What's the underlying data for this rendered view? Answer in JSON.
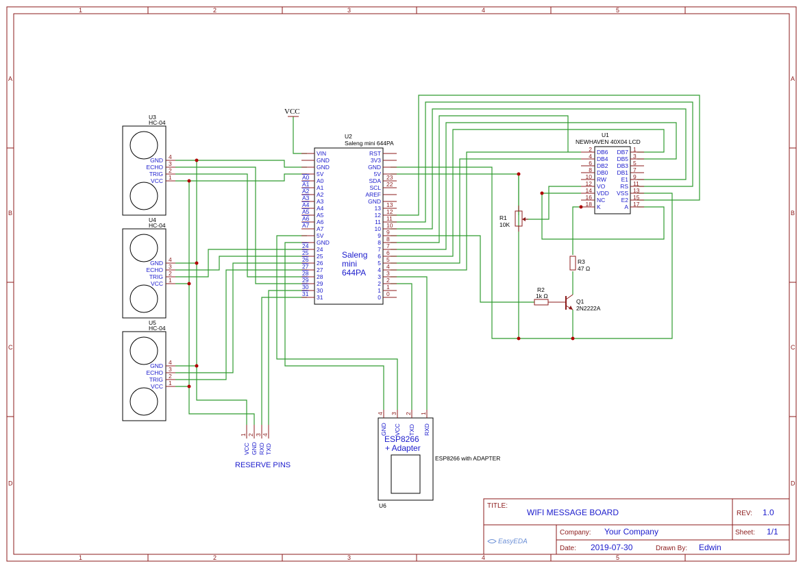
{
  "border": {
    "columns": [
      "1",
      "2",
      "3",
      "4",
      "5"
    ],
    "rows": [
      "A",
      "B",
      "C",
      "D"
    ]
  },
  "title_block": {
    "title_label": "TITLE:",
    "title": "WIFI MESSAGE BOARD",
    "rev_label": "REV:",
    "rev": "1.0",
    "company_label": "Company:",
    "company": "Your Company",
    "sheet_label": "Sheet:",
    "sheet": "1/1",
    "date_label": "Date:",
    "date": "2019-07-30",
    "drawn_label": "Drawn By:",
    "drawn_by": "Edwin",
    "logo_text": "EasyEDA"
  },
  "power": {
    "vcc": "VCC"
  },
  "sensors": [
    {
      "ref": "U3",
      "value": "HC-04",
      "pins": [
        {
          "num": "4",
          "name": "GND"
        },
        {
          "num": "3",
          "name": "ECHO"
        },
        {
          "num": "2",
          "name": "TRIG"
        },
        {
          "num": "1",
          "name": "VCC"
        }
      ]
    },
    {
      "ref": "U4",
      "value": "HC-04",
      "pins": [
        {
          "num": "4",
          "name": "GND"
        },
        {
          "num": "3",
          "name": "ECHO"
        },
        {
          "num": "2",
          "name": "TRIG"
        },
        {
          "num": "1",
          "name": "VCC"
        }
      ]
    },
    {
      "ref": "U5",
      "value": "HC-04",
      "pins": [
        {
          "num": "4",
          "name": "GND"
        },
        {
          "num": "3",
          "name": "ECHO"
        },
        {
          "num": "2",
          "name": "TRIG"
        },
        {
          "num": "1",
          "name": "VCC"
        }
      ]
    }
  ],
  "mcu": {
    "ref": "U2",
    "value": "Saleng mini 644PA",
    "body_text": [
      "Saleng",
      "mini",
      "644PA"
    ],
    "left_pins": [
      {
        "name": "VIN",
        "num": ""
      },
      {
        "name": "GND",
        "num": ""
      },
      {
        "name": "GND",
        "num": ""
      },
      {
        "name": "5V",
        "num": ""
      },
      {
        "name": "A0",
        "num": "A0"
      },
      {
        "name": "A1",
        "num": "A1"
      },
      {
        "name": "A2",
        "num": "A2"
      },
      {
        "name": "A3",
        "num": "A3"
      },
      {
        "name": "A4",
        "num": "A4"
      },
      {
        "name": "A5",
        "num": "A5"
      },
      {
        "name": "A6",
        "num": "A6"
      },
      {
        "name": "A7",
        "num": "A7"
      },
      {
        "name": "5V",
        "num": ""
      },
      {
        "name": "GND",
        "num": ""
      },
      {
        "name": "24",
        "num": "24"
      },
      {
        "name": "25",
        "num": "25"
      },
      {
        "name": "26",
        "num": "26"
      },
      {
        "name": "27",
        "num": "27"
      },
      {
        "name": "28",
        "num": "28"
      },
      {
        "name": "29",
        "num": "29"
      },
      {
        "name": "30",
        "num": "30"
      },
      {
        "name": "31",
        "num": "31"
      }
    ],
    "right_pins": [
      {
        "name": "RST",
        "num": ""
      },
      {
        "name": "3V3",
        "num": ""
      },
      {
        "name": "GND",
        "num": ""
      },
      {
        "name": "5V",
        "num": ""
      },
      {
        "name": "SDA",
        "num": "23"
      },
      {
        "name": "SCL",
        "num": "22"
      },
      {
        "name": "AREF",
        "num": ""
      },
      {
        "name": "GND",
        "num": ""
      },
      {
        "name": "13",
        "num": "13"
      },
      {
        "name": "12",
        "num": "12"
      },
      {
        "name": "11",
        "num": "11"
      },
      {
        "name": "10",
        "num": "10"
      },
      {
        "name": "9",
        "num": "9"
      },
      {
        "name": "8",
        "num": "8"
      },
      {
        "name": "7",
        "num": "7"
      },
      {
        "name": "6",
        "num": "6"
      },
      {
        "name": "5",
        "num": "5"
      },
      {
        "name": "4",
        "num": "4"
      },
      {
        "name": "3",
        "num": "3"
      },
      {
        "name": "2",
        "num": "2"
      },
      {
        "name": "1",
        "num": "1"
      },
      {
        "name": "0",
        "num": "0"
      }
    ]
  },
  "lcd": {
    "ref": "U1",
    "value": "NEWHAVEN 40X04 LCD",
    "left_pins": [
      {
        "num": "2",
        "name": "DB6"
      },
      {
        "num": "4",
        "name": "DB4"
      },
      {
        "num": "6",
        "name": "DB2"
      },
      {
        "num": "8",
        "name": "DB0"
      },
      {
        "num": "10",
        "name": "RW"
      },
      {
        "num": "12",
        "name": "VO"
      },
      {
        "num": "14",
        "name": "VDD"
      },
      {
        "num": "16",
        "name": "NC"
      },
      {
        "num": "18",
        "name": "K"
      }
    ],
    "right_pins": [
      {
        "num": "1",
        "name": "DB7"
      },
      {
        "num": "3",
        "name": "DB5"
      },
      {
        "num": "5",
        "name": "DB3"
      },
      {
        "num": "7",
        "name": "DB1"
      },
      {
        "num": "9",
        "name": "E1"
      },
      {
        "num": "11",
        "name": "RS"
      },
      {
        "num": "13",
        "name": "VSS"
      },
      {
        "num": "15",
        "name": "E2"
      },
      {
        "num": "17",
        "name": "A"
      }
    ]
  },
  "passives": {
    "r1": {
      "ref": "R1",
      "value": "10K"
    },
    "r2": {
      "ref": "R2",
      "value": "1k Ω"
    },
    "r3": {
      "ref": "R3",
      "value": "47 Ω"
    },
    "q1": {
      "ref": "Q1",
      "value": "2N2222A"
    }
  },
  "esp": {
    "ref": "U6",
    "title_lines": [
      "ESP8266",
      "+ Adapter"
    ],
    "note": "ESP8266 with ADAPTER",
    "pins": [
      {
        "num": "4",
        "name": "GND"
      },
      {
        "num": "3",
        "name": "VCC"
      },
      {
        "num": "2",
        "name": "TXD"
      },
      {
        "num": "1",
        "name": "RXD"
      }
    ]
  },
  "reserve": {
    "label": "RESERVE PINS",
    "pins": [
      {
        "num": "1",
        "name": "VCC"
      },
      {
        "num": "2",
        "name": "GND"
      },
      {
        "num": "3",
        "name": "RXD"
      },
      {
        "num": "4",
        "name": "TXD"
      }
    ]
  }
}
